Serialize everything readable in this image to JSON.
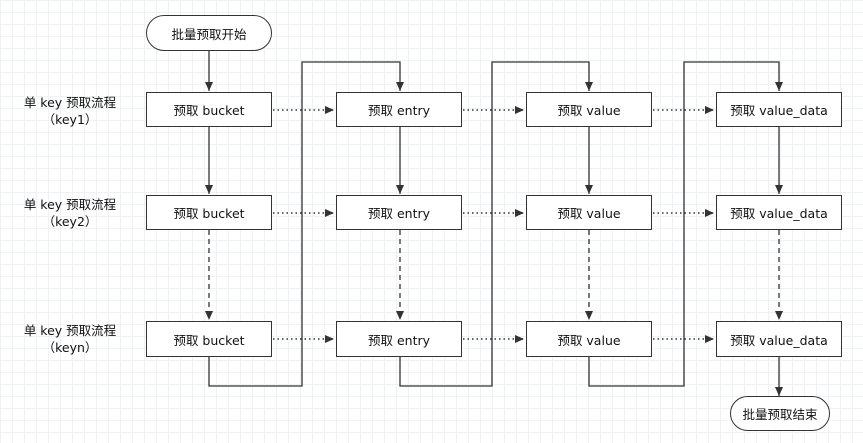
{
  "start_label": "批量预取开始",
  "end_label": "批量预取结束",
  "rows": [
    {
      "label": "单 key 预取流程",
      "key": "（key1）",
      "cells": [
        "预取 bucket",
        "预取 entry",
        "预取 value",
        "预取 value_data"
      ]
    },
    {
      "label": "单 key 预取流程",
      "key": "（key2）",
      "cells": [
        "预取 bucket",
        "预取 entry",
        "预取 value",
        "预取 value_data"
      ]
    },
    {
      "label": "单 key 预取流程",
      "key": "（keyn）",
      "cells": [
        "预取 bucket",
        "预取 entry",
        "预取 value",
        "预取 value_data"
      ]
    }
  ]
}
